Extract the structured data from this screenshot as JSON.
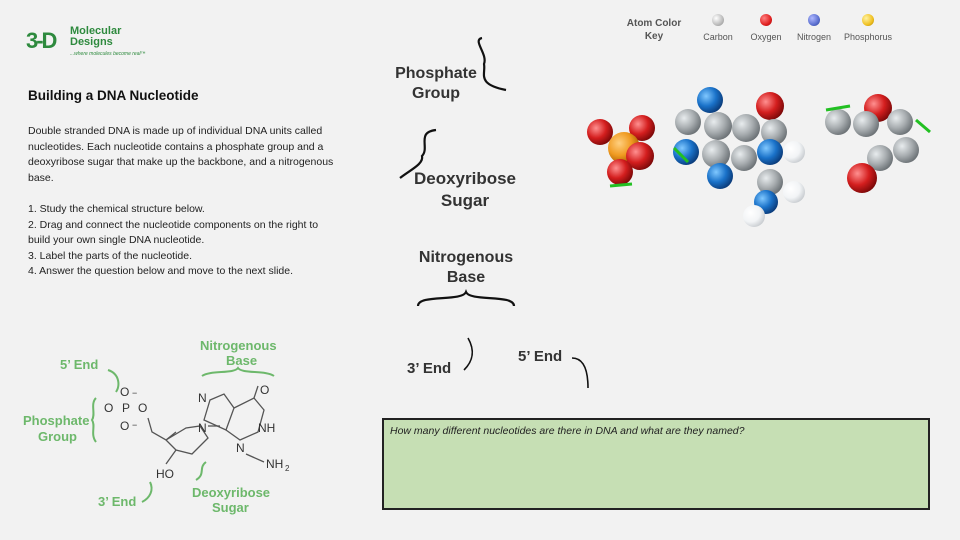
{
  "logo": {
    "mark": "3-D",
    "name_line1": "Molecular",
    "name_line2": "Designs",
    "tagline": "...where molecules become real™"
  },
  "slide": {
    "title": "Building a DNA Nucleotide",
    "intro": "Double stranded DNA is made up of individual DNA units called nucleotides. Each nucleotide contains a phosphate group and a deoxyribose sugar that make up the backbone, and a nitrogenous base.",
    "steps": [
      "1. Study the chemical structure below.",
      "2. Drag and connect the nucleotide components on the right to build your own single DNA nucleotide.",
      "3. Label the parts of the nucleotide.",
      "4. Answer the question below and move to the next slide."
    ]
  },
  "atom_key": {
    "title": "Atom Color Key",
    "items": [
      {
        "label": "Carbon",
        "color": "#c8c8c8"
      },
      {
        "label": "Oxygen",
        "color": "#e02020"
      },
      {
        "label": "Nitrogen",
        "color": "#5a6fcf"
      },
      {
        "label": "Phosphorus",
        "color": "#f0c020"
      }
    ]
  },
  "drag_labels": {
    "phosphate_group": "Phosphate Group",
    "deoxyribose_sugar": "Deoxyribose Sugar",
    "nitrogenous_base": "Nitrogenous Base",
    "three_end": "3’ End",
    "five_end": "5’ End"
  },
  "diagram": {
    "five_end": "5’ End",
    "phosphate_group_1": "Phosphate",
    "phosphate_group_2": "Group",
    "nitrogenous_base_1": "Nitrogenous",
    "nitrogenous_base_2": "Base",
    "three_end": "3’ End",
    "deoxyribose_1": "Deoxyribose",
    "deoxyribose_2": "Sugar",
    "atom_o": "O",
    "atom_p": "P",
    "atom_n": "N",
    "atom_nh": "NH",
    "atom_nh2": "NH",
    "atom_nh2_sub": "2",
    "atom_ho": "HO",
    "neg": "−"
  },
  "question": {
    "text": "How many different nucleotides are there in DNA and what are they named?",
    "answer": ""
  },
  "colors": {
    "green_label": "#6db86b",
    "answer_bg": "#c6dfb4",
    "carbon": "#a8adb0",
    "oxygen": "#d41e1e",
    "nitrogen": "#1a72c9",
    "phosphorus": "#f09a20",
    "hydrogen": "#f2f4f6",
    "connector": "#22c022"
  }
}
